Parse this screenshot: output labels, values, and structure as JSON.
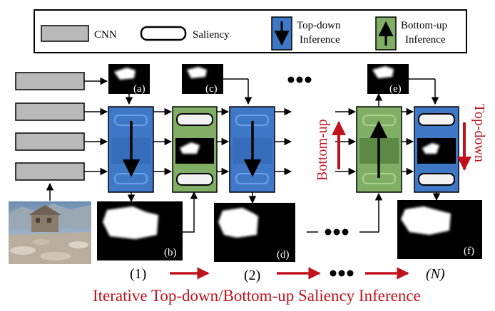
{
  "legend": {
    "cnn_label": "CNN",
    "saliency_label": "Saliency",
    "topdown_label_line1": "Top-down",
    "topdown_label_line2": "Inference",
    "bottomup_label_line1": "Bottom-up",
    "bottomup_label_line2": "Inference"
  },
  "panels": {
    "a": "(a)",
    "b": "(b)",
    "c": "(c)",
    "d": "(d)",
    "e": "(e)",
    "f": "(f)"
  },
  "side_labels": {
    "bottom_up": "Bottom-up",
    "top_down": "Top-down"
  },
  "steps": {
    "step1": "(1)",
    "step2": "(2)",
    "stepN": "(N)"
  },
  "caption": "Iterative Top-down/Bottom-up Saliency Inference",
  "colors": {
    "cnn_fill": "#b9b9b9",
    "topdown_fill": "#3f78c6",
    "bottomup_fill": "#7fae64",
    "accent_red": "#c0121d"
  }
}
